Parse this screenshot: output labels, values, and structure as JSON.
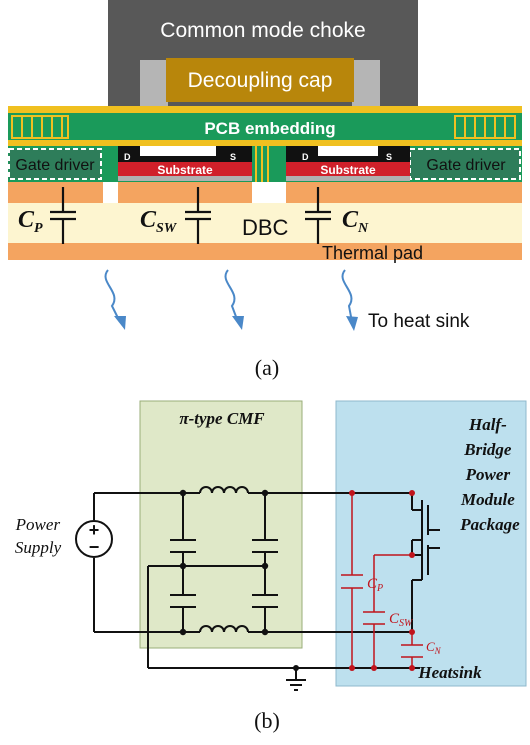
{
  "figure_a": {
    "choke_label": "Common mode choke",
    "decap_label": "Decoupling cap",
    "pcb_label": "PCB embedding",
    "gate_driver_left": "Gate driver",
    "gate_driver_right": "Gate driver",
    "substrate_left": "Substrate",
    "substrate_right": "Substrate",
    "drain_left": "D",
    "source_left": "S",
    "drain_right": "D",
    "source_right": "S",
    "cap_p_main": "C",
    "cap_p_sub": "P",
    "cap_sw_main": "C",
    "cap_sw_sub": "SW",
    "cap_n_main": "C",
    "cap_n_sub": "N",
    "dbc_label": "DBC",
    "thermal_pad_label": "Thermal pad",
    "heat_sink_label": "To heat sink",
    "caption": "(a)"
  },
  "figure_b": {
    "cmf_label": "π-type CMF",
    "module_label_lines": [
      "Half-",
      "Bridge",
      "Power",
      "Module",
      "Package"
    ],
    "power_label_lines": [
      "Power",
      "Supply"
    ],
    "plus_sign": "+",
    "minus_sign": "−",
    "cp_main": "C",
    "cp_sub": "P",
    "csw_main": "C",
    "csw_sub": "SW",
    "cn_main": "C",
    "cn_sub": "N",
    "heatsink_label": "Heatsink",
    "caption": "(b)"
  },
  "colors": {
    "choke": "#585858",
    "decap": "#b8860b",
    "pcb_green": "#1a9a5a",
    "copper": "#f4a460",
    "dbc": "#fdf5d0",
    "gold": "#f0c020",
    "cmf_box": "#dfe8c8",
    "module_box": "#bde0ee",
    "red": "#c0141c",
    "arrow": "#4a88c8"
  }
}
